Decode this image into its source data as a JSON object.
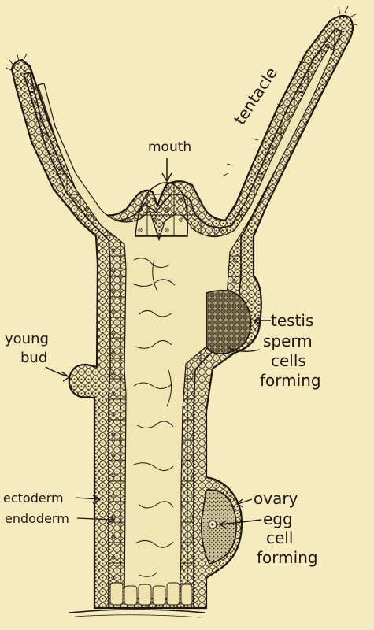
{
  "figure": {
    "background": "#f5ebbd",
    "ink": "#1c1710",
    "cell_fill": "#efe2aa",
    "labels": {
      "tentacle": "tentacle",
      "mouth": "mouth",
      "young": "young",
      "bud": "bud",
      "testis": "testis",
      "sperm": "sperm",
      "cells": "cells",
      "forming_1": "forming",
      "ectoderm": "ectoderm",
      "endoderm": "endoderm",
      "ovary": "ovary",
      "egg": "egg",
      "cell": "cell",
      "forming_2": "forming"
    }
  }
}
